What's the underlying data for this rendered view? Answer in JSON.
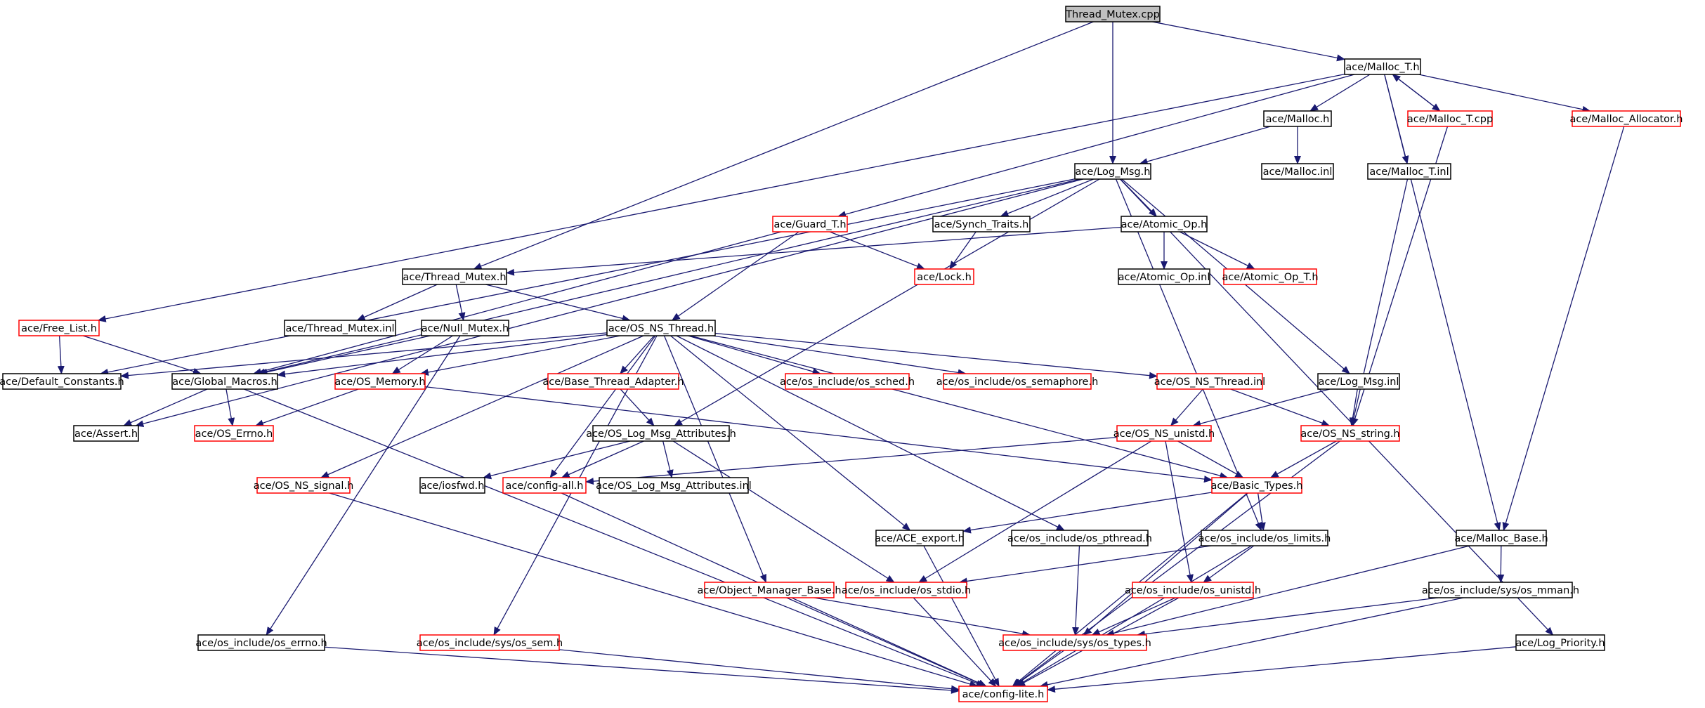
{
  "colors": {
    "edge": "#191970",
    "border_normal": "#000000",
    "border_truncated": "#ff0000",
    "root_fill": "#bfbfbf",
    "node_fill": "#ffffff",
    "text": "#000000"
  },
  "nodes": [
    {
      "id": "thread_mutex_cpp",
      "label": "Thread_Mutex.cpp",
      "style": "root"
    },
    {
      "id": "malloc_t_h",
      "label": "ace/Malloc_T.h",
      "style": "normal"
    },
    {
      "id": "malloc_h",
      "label": "ace/Malloc.h",
      "style": "normal"
    },
    {
      "id": "malloc_t_cpp",
      "label": "ace/Malloc_T.cpp",
      "style": "truncated"
    },
    {
      "id": "malloc_allocator_h",
      "label": "ace/Malloc_Allocator.h",
      "style": "truncated"
    },
    {
      "id": "log_msg_h",
      "label": "ace/Log_Msg.h",
      "style": "normal"
    },
    {
      "id": "malloc_inl",
      "label": "ace/Malloc.inl",
      "style": "normal"
    },
    {
      "id": "malloc_t_inl",
      "label": "ace/Malloc_T.inl",
      "style": "normal"
    },
    {
      "id": "guard_t_h",
      "label": "ace/Guard_T.h",
      "style": "truncated"
    },
    {
      "id": "synch_traits_h",
      "label": "ace/Synch_Traits.h",
      "style": "normal"
    },
    {
      "id": "atomic_op_h",
      "label": "ace/Atomic_Op.h",
      "style": "normal"
    },
    {
      "id": "thread_mutex_h",
      "label": "ace/Thread_Mutex.h",
      "style": "normal"
    },
    {
      "id": "lock_h",
      "label": "ace/Lock.h",
      "style": "truncated"
    },
    {
      "id": "atomic_op_inl",
      "label": "ace/Atomic_Op.inl",
      "style": "normal"
    },
    {
      "id": "atomic_op_t_h",
      "label": "ace/Atomic_Op_T.h",
      "style": "truncated"
    },
    {
      "id": "free_list_h",
      "label": "ace/Free_List.h",
      "style": "truncated"
    },
    {
      "id": "thread_mutex_inl",
      "label": "ace/Thread_Mutex.inl",
      "style": "normal"
    },
    {
      "id": "null_mutex_h",
      "label": "ace/Null_Mutex.h",
      "style": "normal"
    },
    {
      "id": "os_ns_thread_h",
      "label": "ace/OS_NS_Thread.h",
      "style": "normal"
    },
    {
      "id": "default_constants_h",
      "label": "ace/Default_Constants.h",
      "style": "normal"
    },
    {
      "id": "global_macros_h",
      "label": "ace/Global_Macros.h",
      "style": "normal"
    },
    {
      "id": "os_memory_h",
      "label": "ace/OS_Memory.h",
      "style": "truncated"
    },
    {
      "id": "base_thread_adapter_h",
      "label": "ace/Base_Thread_Adapter.h",
      "style": "truncated"
    },
    {
      "id": "os_sched_h",
      "label": "ace/os_include/os_sched.h",
      "style": "truncated"
    },
    {
      "id": "os_semaphore_h",
      "label": "ace/os_include/os_semaphore.h",
      "style": "truncated"
    },
    {
      "id": "os_ns_thread_inl",
      "label": "ace/OS_NS_Thread.inl",
      "style": "truncated"
    },
    {
      "id": "log_msg_inl",
      "label": "ace/Log_Msg.inl",
      "style": "normal"
    },
    {
      "id": "assert_h",
      "label": "ace/Assert.h",
      "style": "normal"
    },
    {
      "id": "os_errno_h",
      "label": "ace/OS_Errno.h",
      "style": "truncated"
    },
    {
      "id": "os_log_msg_attributes_h",
      "label": "ace/OS_Log_Msg_Attributes.h",
      "style": "normal"
    },
    {
      "id": "os_ns_unistd_h",
      "label": "ace/OS_NS_unistd.h",
      "style": "truncated"
    },
    {
      "id": "os_ns_string_h",
      "label": "ace/OS_NS_string.h",
      "style": "truncated"
    },
    {
      "id": "os_ns_signal_h",
      "label": "ace/OS_NS_signal.h",
      "style": "truncated"
    },
    {
      "id": "iosfwd_h",
      "label": "ace/iosfwd.h",
      "style": "normal"
    },
    {
      "id": "config_all_h",
      "label": "ace/config-all.h",
      "style": "truncated"
    },
    {
      "id": "os_log_msg_attributes_inl",
      "label": "ace/OS_Log_Msg_Attributes.inl",
      "style": "normal"
    },
    {
      "id": "basic_types_h",
      "label": "ace/Basic_Types.h",
      "style": "truncated"
    },
    {
      "id": "ace_export_h",
      "label": "ace/ACE_export.h",
      "style": "normal"
    },
    {
      "id": "os_pthread_h",
      "label": "ace/os_include/os_pthread.h",
      "style": "normal"
    },
    {
      "id": "os_limits_h",
      "label": "ace/os_include/os_limits.h",
      "style": "normal"
    },
    {
      "id": "malloc_base_h",
      "label": "ace/Malloc_Base.h",
      "style": "normal"
    },
    {
      "id": "object_manager_base_h",
      "label": "ace/Object_Manager_Base.h",
      "style": "truncated"
    },
    {
      "id": "os_stdio_h",
      "label": "ace/os_include/os_stdio.h",
      "style": "truncated"
    },
    {
      "id": "os_unistd_h",
      "label": "ace/os_include/os_unistd.h",
      "style": "truncated"
    },
    {
      "id": "sys_os_mman_h",
      "label": "ace/os_include/sys/os_mman.h",
      "style": "normal"
    },
    {
      "id": "os_errno_inc_h",
      "label": "ace/os_include/os_errno.h",
      "style": "normal"
    },
    {
      "id": "sys_os_sem_h",
      "label": "ace/os_include/sys/os_sem.h",
      "style": "truncated"
    },
    {
      "id": "sys_os_types_h",
      "label": "ace/os_include/sys/os_types.h",
      "style": "truncated"
    },
    {
      "id": "log_priority_h",
      "label": "ace/Log_Priority.h",
      "style": "normal"
    },
    {
      "id": "config_lite_h",
      "label": "ace/config-lite.h",
      "style": "truncated"
    }
  ],
  "edges": [
    {
      "from": "thread_mutex_cpp",
      "to": "malloc_t_h"
    },
    {
      "from": "thread_mutex_cpp",
      "to": "log_msg_h"
    },
    {
      "from": "thread_mutex_cpp",
      "to": "thread_mutex_h"
    },
    {
      "from": "malloc_t_h",
      "to": "malloc_h"
    },
    {
      "from": "malloc_t_h",
      "to": "malloc_t_cpp"
    },
    {
      "from": "malloc_t_cpp",
      "to": "malloc_t_h"
    },
    {
      "from": "malloc_t_h",
      "to": "malloc_allocator_h"
    },
    {
      "from": "malloc_t_h",
      "to": "malloc_t_inl"
    },
    {
      "from": "malloc_t_h",
      "to": "guard_t_h"
    },
    {
      "from": "malloc_t_h",
      "to": "free_list_h"
    },
    {
      "from": "malloc_t_h",
      "to": "malloc_base_h"
    },
    {
      "from": "malloc_h",
      "to": "log_msg_h"
    },
    {
      "from": "malloc_h",
      "to": "malloc_inl"
    },
    {
      "from": "malloc_t_cpp",
      "to": "os_ns_string_h"
    },
    {
      "from": "malloc_allocator_h",
      "to": "malloc_base_h"
    },
    {
      "from": "malloc_t_inl",
      "to": "os_ns_string_h"
    },
    {
      "from": "log_msg_h",
      "to": "synch_traits_h"
    },
    {
      "from": "log_msg_h",
      "to": "atomic_op_h"
    },
    {
      "from": "log_msg_h",
      "to": "default_constants_h"
    },
    {
      "from": "log_msg_h",
      "to": "global_macros_h"
    },
    {
      "from": "log_msg_h",
      "to": "assert_h"
    },
    {
      "from": "log_msg_h",
      "to": "log_msg_inl"
    },
    {
      "from": "log_msg_h",
      "to": "os_log_msg_attributes_h"
    },
    {
      "from": "log_msg_h",
      "to": "os_limits_h"
    },
    {
      "from": "log_msg_h",
      "to": "log_priority_h"
    },
    {
      "from": "guard_t_h",
      "to": "lock_h"
    },
    {
      "from": "guard_t_h",
      "to": "os_ns_thread_h"
    },
    {
      "from": "guard_t_h",
      "to": "global_macros_h"
    },
    {
      "from": "synch_traits_h",
      "to": "lock_h"
    },
    {
      "from": "atomic_op_h",
      "to": "atomic_op_inl"
    },
    {
      "from": "atomic_op_h",
      "to": "atomic_op_t_h"
    },
    {
      "from": "atomic_op_h",
      "to": "thread_mutex_h"
    },
    {
      "from": "thread_mutex_h",
      "to": "thread_mutex_inl"
    },
    {
      "from": "thread_mutex_h",
      "to": "null_mutex_h"
    },
    {
      "from": "thread_mutex_h",
      "to": "os_ns_thread_h"
    },
    {
      "from": "free_list_h",
      "to": "default_constants_h"
    },
    {
      "from": "free_list_h",
      "to": "global_macros_h"
    },
    {
      "from": "null_mutex_h",
      "to": "global_macros_h"
    },
    {
      "from": "null_mutex_h",
      "to": "os_memory_h"
    },
    {
      "from": "null_mutex_h",
      "to": "os_errno_inc_h"
    },
    {
      "from": "os_ns_thread_h",
      "to": "default_constants_h"
    },
    {
      "from": "os_ns_thread_h",
      "to": "global_macros_h"
    },
    {
      "from": "os_ns_thread_h",
      "to": "os_memory_h"
    },
    {
      "from": "os_ns_thread_h",
      "to": "base_thread_adapter_h"
    },
    {
      "from": "os_ns_thread_h",
      "to": "os_sched_h"
    },
    {
      "from": "os_ns_thread_h",
      "to": "os_semaphore_h"
    },
    {
      "from": "os_ns_thread_h",
      "to": "os_ns_thread_inl"
    },
    {
      "from": "os_ns_thread_h",
      "to": "os_ns_signal_h"
    },
    {
      "from": "os_ns_thread_h",
      "to": "config_all_h"
    },
    {
      "from": "os_ns_thread_h",
      "to": "basic_types_h"
    },
    {
      "from": "os_ns_thread_h",
      "to": "ace_export_h"
    },
    {
      "from": "os_ns_thread_h",
      "to": "os_pthread_h"
    },
    {
      "from": "os_ns_thread_h",
      "to": "object_manager_base_h"
    },
    {
      "from": "os_ns_thread_h",
      "to": "sys_os_sem_h"
    },
    {
      "from": "global_macros_h",
      "to": "assert_h"
    },
    {
      "from": "global_macros_h",
      "to": "os_errno_h"
    },
    {
      "from": "global_macros_h",
      "to": "config_lite_h"
    },
    {
      "from": "os_memory_h",
      "to": "os_errno_h"
    },
    {
      "from": "os_memory_h",
      "to": "basic_types_h"
    },
    {
      "from": "base_thread_adapter_h",
      "to": "os_log_msg_attributes_h"
    },
    {
      "from": "os_ns_thread_inl",
      "to": "os_ns_unistd_h"
    },
    {
      "from": "os_ns_thread_inl",
      "to": "os_ns_string_h"
    },
    {
      "from": "log_msg_inl",
      "to": "os_ns_unistd_h"
    },
    {
      "from": "log_msg_inl",
      "to": "os_ns_string_h"
    },
    {
      "from": "os_log_msg_attributes_h",
      "to": "iosfwd_h"
    },
    {
      "from": "os_log_msg_attributes_h",
      "to": "config_all_h"
    },
    {
      "from": "os_log_msg_attributes_h",
      "to": "os_log_msg_attributes_inl"
    },
    {
      "from": "os_log_msg_attributes_h",
      "to": "os_stdio_h"
    },
    {
      "from": "os_ns_unistd_h",
      "to": "config_all_h"
    },
    {
      "from": "os_ns_unistd_h",
      "to": "basic_types_h"
    },
    {
      "from": "os_ns_unistd_h",
      "to": "os_unistd_h"
    },
    {
      "from": "os_ns_unistd_h",
      "to": "os_stdio_h"
    },
    {
      "from": "os_ns_string_h",
      "to": "basic_types_h"
    },
    {
      "from": "os_ns_string_h",
      "to": "config_lite_h"
    },
    {
      "from": "os_ns_signal_h",
      "to": "config_lite_h"
    },
    {
      "from": "config_all_h",
      "to": "config_lite_h"
    },
    {
      "from": "basic_types_h",
      "to": "ace_export_h"
    },
    {
      "from": "basic_types_h",
      "to": "os_limits_h"
    },
    {
      "from": "basic_types_h",
      "to": "sys_os_types_h"
    },
    {
      "from": "basic_types_h",
      "to": "config_lite_h"
    },
    {
      "from": "ace_export_h",
      "to": "config_lite_h"
    },
    {
      "from": "os_pthread_h",
      "to": "sys_os_types_h"
    },
    {
      "from": "os_limits_h",
      "to": "os_stdio_h"
    },
    {
      "from": "os_limits_h",
      "to": "os_unistd_h"
    },
    {
      "from": "os_limits_h",
      "to": "config_lite_h"
    },
    {
      "from": "malloc_base_h",
      "to": "sys_os_mman_h"
    },
    {
      "from": "malloc_base_h",
      "to": "sys_os_types_h"
    },
    {
      "from": "object_manager_base_h",
      "to": "sys_os_types_h"
    },
    {
      "from": "object_manager_base_h",
      "to": "config_lite_h"
    },
    {
      "from": "os_stdio_h",
      "to": "config_lite_h"
    },
    {
      "from": "os_unistd_h",
      "to": "sys_os_types_h"
    },
    {
      "from": "os_unistd_h",
      "to": "config_lite_h"
    },
    {
      "from": "sys_os_mman_h",
      "to": "sys_os_types_h"
    },
    {
      "from": "sys_os_mman_h",
      "to": "config_lite_h"
    },
    {
      "from": "os_errno_inc_h",
      "to": "config_lite_h"
    },
    {
      "from": "sys_os_sem_h",
      "to": "config_lite_h"
    },
    {
      "from": "sys_os_types_h",
      "to": "config_lite_h"
    },
    {
      "from": "log_priority_h",
      "to": "config_lite_h"
    }
  ]
}
